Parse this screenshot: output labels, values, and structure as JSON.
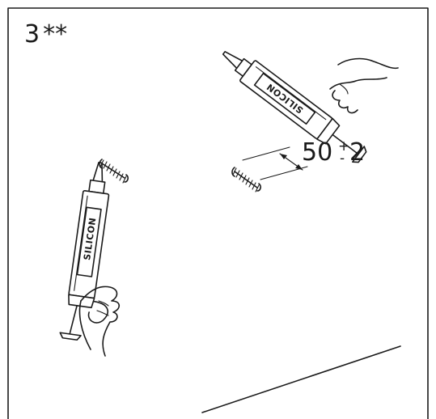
{
  "step": {
    "number": "3",
    "marks": "**"
  },
  "gun_left": {
    "label": "SILICON"
  },
  "gun_right": {
    "label": "SILICON"
  },
  "dimension": {
    "value": "50",
    "plus": "+",
    "minus": "-",
    "tolerance": "2"
  }
}
